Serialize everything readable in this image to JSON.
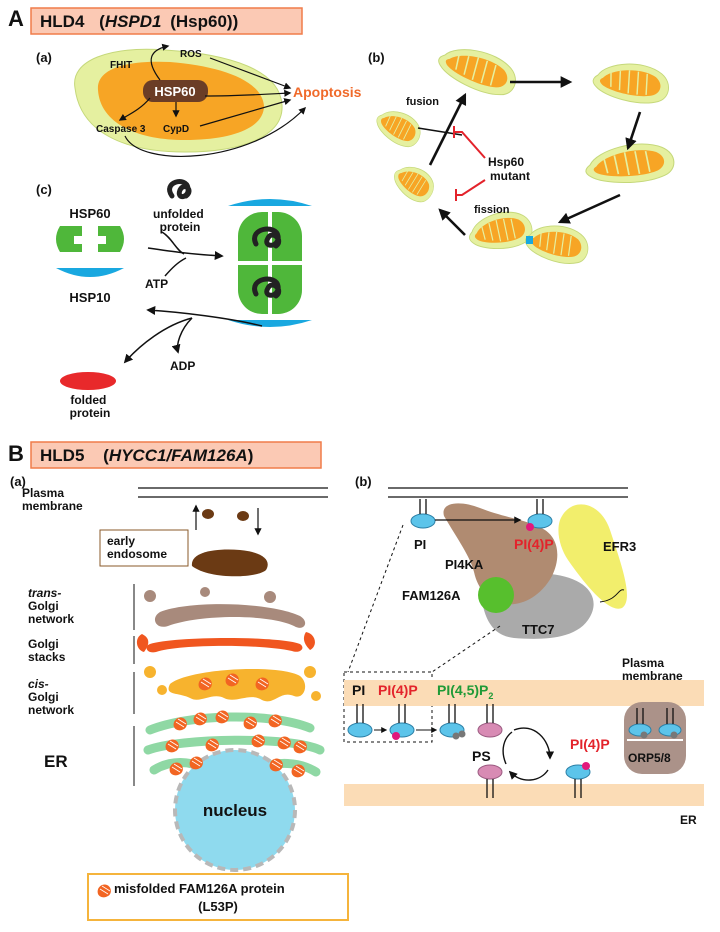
{
  "colors": {
    "cell_green": "#e5f0a0",
    "mito_orange": "#f7a525",
    "hsp_green": "#4fb73a",
    "hsp10_blue": "#19a8e0",
    "apoptosis_red": "#f06a2a",
    "inhibit_red": "#e3232b",
    "folded_red": "#e8292b",
    "title_box_fill": "#fbc9b4",
    "title_box_stroke": "#f07c4a",
    "endosome_brown": "#6b3a14",
    "golgi_trans": "#a88a7c",
    "golgi_stack": "#f0561f",
    "golgi_cis": "#f7b32e",
    "er_green": "#8fd8a4",
    "nucleus_blue": "#8fdaee",
    "membrane_peach": "#fbdcb6",
    "pi4ka_brown": "#b08b71",
    "fam126a_green": "#57bf2d",
    "ttc7_gray": "#aaaaaa",
    "efr3_yellow": "#f2ee6c",
    "pi_blue": "#5cc4ea",
    "p4_magenta": "#e2197b",
    "pip2_green": "#1f9a37",
    "ps_pink": "#d88bb4",
    "orp_brown": "#ab9289",
    "legend_box_stroke": "#f5b43c"
  },
  "section_a": {
    "letter": "A",
    "title_prefix": "HLD4",
    "title_gene": "HSPD1",
    "title_suffix": "(Hsp60)",
    "panel_a": {
      "label": "(a)",
      "fhit": "FHIT",
      "ros": "ROS",
      "hsp60": "HSP60",
      "caspase": "Caspase 3",
      "cypd": "CypD",
      "apoptosis": "Apoptosis"
    },
    "panel_b": {
      "label": "(b)",
      "fusion": "fusion",
      "fission": "fission",
      "mutant_line1": "Hsp60",
      "mutant_line2": "mutant"
    },
    "panel_c": {
      "label": "(c)",
      "hsp60": "HSP60",
      "hsp10": "HSP10",
      "unfolded_line1": "unfolded",
      "unfolded_line2": "protein",
      "atp": "ATP",
      "adp": "ADP",
      "folded_line1": "folded",
      "folded_line2": "protein"
    }
  },
  "section_b": {
    "letter": "B",
    "title_prefix": "HLD5",
    "title_gene": "HYCC1/FAM126A",
    "panel_a": {
      "label": "(a)",
      "plasma_line1": "Plasma",
      "plasma_line2": "membrane",
      "early_line1": "early",
      "early_line2": "endosome",
      "trans_line1": "trans-",
      "trans_line2": "Golgi",
      "trans_line3": "network",
      "stacks_line1": "Golgi",
      "stacks_line2": "stacks",
      "cis_line1": "cis-",
      "cis_line2": "Golgi",
      "cis_line3": "network",
      "er": "ER",
      "nucleus": "nucleus",
      "legend_line1": "misfolded FAM126A protein",
      "legend_line2": "(L53P)"
    },
    "panel_b": {
      "label": "(b)",
      "pi": "PI",
      "pi4p": "PI(4)P",
      "pi4ka": "PI4KA",
      "efr3": "EFR3",
      "fam126a": "FAM126A",
      "ttc7": "TTC7",
      "pi_row": "PI",
      "pi4p_row": "PI(4)P",
      "pip2_main": "PI(4,5)P",
      "pip2_sub": "2",
      "ps": "PS",
      "pi4p_er": "PI(4)P",
      "plasma_line1": "Plasma",
      "plasma_line2": "membrane",
      "orp": "ORP5/8",
      "er": "ER"
    }
  }
}
